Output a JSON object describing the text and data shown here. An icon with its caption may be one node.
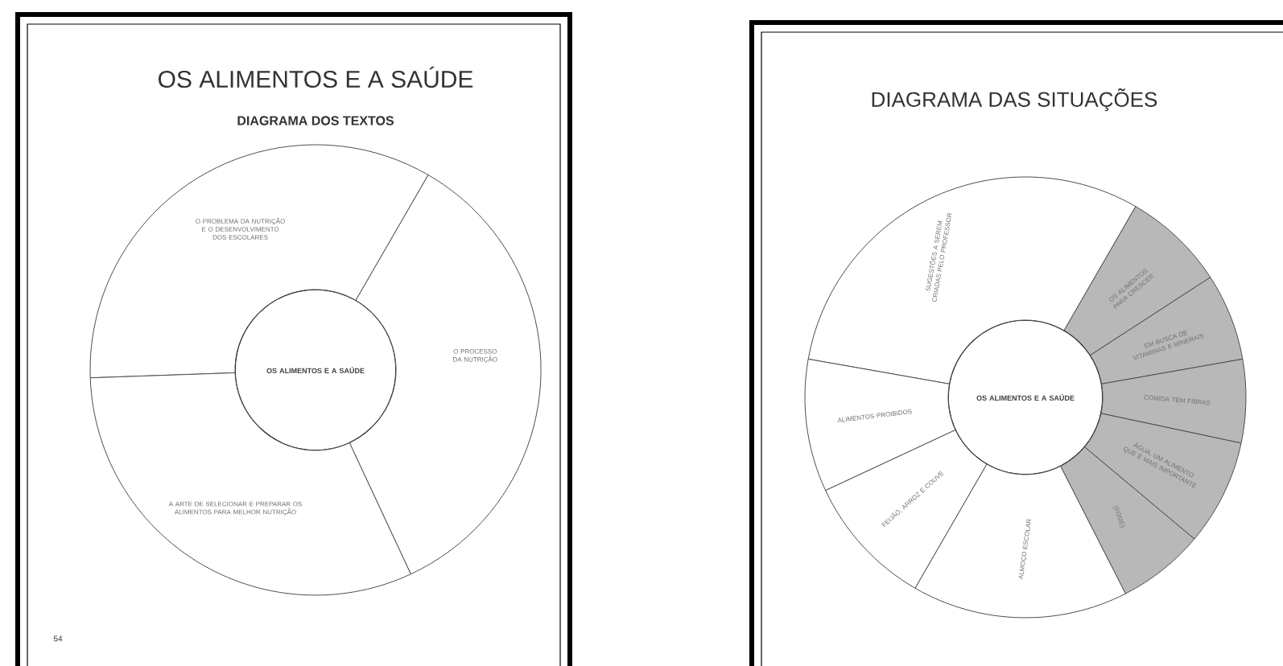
{
  "diagram": {
    "nodes": [
      {
        "text": [
          "OS ALIMENTOS E A SAÚDE"
        ]
      },
      {
        "text": [
          "O PROBLEMA DA NUTRIÇÃO E O DESENVOLVIMENTO DOS ESCOLARES"
        ]
      },
      {
        "text": [
          "O PROCESSO DA NUTRIÇÃO"
        ]
      },
      {
        "text": [
          "A ARTE DE SELECIONAR E PREPARAR OS ALIMENTOS PARA MELHOR NUTRIÇÃO"
        ]
      },
      {
        "text": [
          "OS ALIMENTOS E A SAÚDE"
        ]
      },
      {
        "text": [
          "SUGESTÕES A SEREM CRIADAS PELO PROFESSOR"
        ]
      },
      {
        "text": [
          "OS ALIMENTOS PARA CRESCER"
        ]
      },
      {
        "text": [
          "EM BUSCA DE VITAMINAS E MINERAIS"
        ]
      },
      {
        "text": [
          "COMIDA TEM FIBRAS"
        ]
      },
      {
        "text": [
          "ÁGUA, UM ALIMENTO QUE É MAIS IMPORTANTE"
        ]
      },
      {
        "text": [
          "(FOME)"
        ]
      },
      {
        "text": [
          "ALIMENTOS PROIBIDOS"
        ]
      },
      {
        "text": [
          "FEIJÃO, ARROZ E COUVE"
        ]
      },
      {
        "text": [
          "ALMOÇO ESCOLAR"
        ]
      }
    ],
    "labels": [
      "OS ALIMENTOS E A SAÚDE",
      "DIAGRAMA DOS TEXTOS",
      "54",
      "DIAGRAMA DAS SITUAÇÕES"
    ]
  }
}
